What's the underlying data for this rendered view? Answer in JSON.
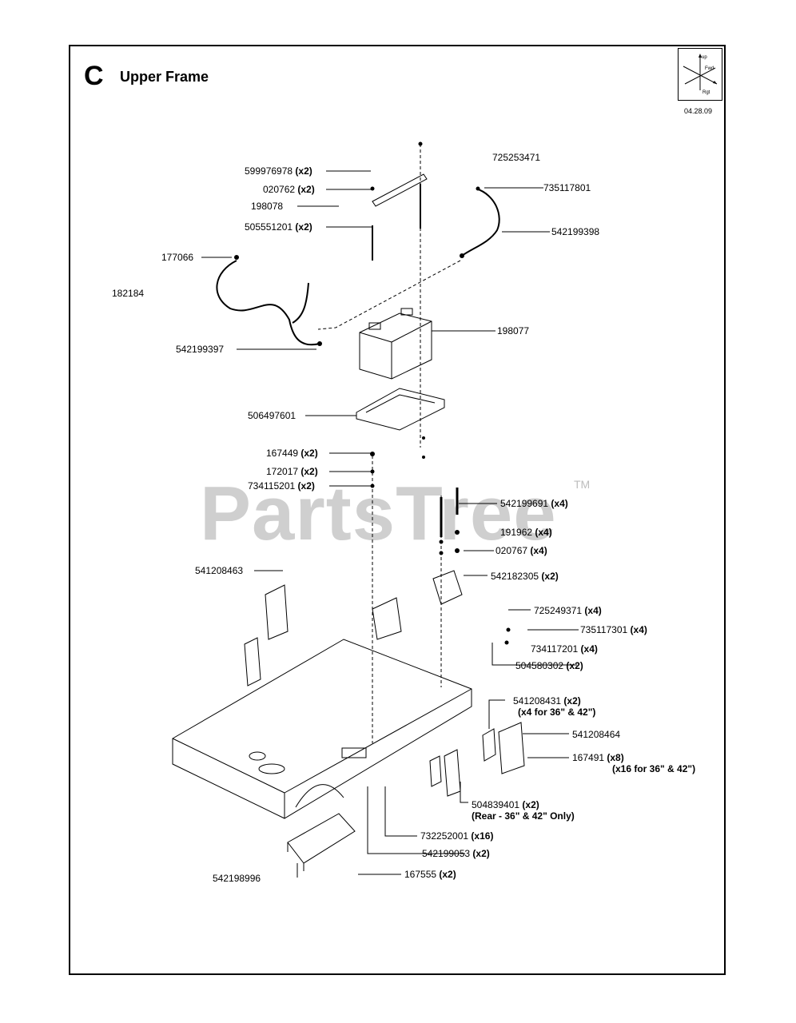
{
  "header": {
    "section_letter": "C",
    "section_title": "Upper Frame",
    "date_code": "04.28.09"
  },
  "watermark": {
    "text": "PartsTree",
    "tm": "TM"
  },
  "orientation": {
    "labels": [
      "up",
      "Fwd",
      "Rgt"
    ]
  },
  "parts": [
    {
      "no": "599976978",
      "qty": "(x2)"
    },
    {
      "no": "020762",
      "qty": "(x2)"
    },
    {
      "no": "198078",
      "qty": ""
    },
    {
      "no": "505551201",
      "qty": "(x2)"
    },
    {
      "no": "725253471",
      "qty": ""
    },
    {
      "no": "735117801",
      "qty": ""
    },
    {
      "no": "542199398",
      "qty": ""
    },
    {
      "no": "177066",
      "qty": ""
    },
    {
      "no": "182184",
      "qty": ""
    },
    {
      "no": "198077",
      "qty": ""
    },
    {
      "no": "542199397",
      "qty": ""
    },
    {
      "no": "506497601",
      "qty": ""
    },
    {
      "no": "167449",
      "qty": "(x2)"
    },
    {
      "no": "172017",
      "qty": "(x2)"
    },
    {
      "no": "734115201",
      "qty": "(x2)"
    },
    {
      "no": "542199691",
      "qty": "(x4)"
    },
    {
      "no": "191962",
      "qty": "(x4)"
    },
    {
      "no": "020767",
      "qty": "(x4)"
    },
    {
      "no": "542182305",
      "qty": "(x2)"
    },
    {
      "no": "541208463",
      "qty": ""
    },
    {
      "no": "725249371",
      "qty": "(x4)"
    },
    {
      "no": "735117301",
      "qty": "(x4)"
    },
    {
      "no": "734117201",
      "qty": "(x4)"
    },
    {
      "no": "504580302",
      "qty": "(x2)"
    },
    {
      "no": "541208431",
      "qty": "(x2)"
    },
    {
      "no": "541208464",
      "qty": ""
    },
    {
      "no": "167491",
      "qty": "(x8)"
    },
    {
      "no": "504839401",
      "qty": "(x2)"
    },
    {
      "no": "732252001",
      "qty": "(x16)"
    },
    {
      "no": "542199053",
      "qty": "(x2)"
    },
    {
      "no": "542198996",
      "qty": ""
    },
    {
      "no": "167555",
      "qty": "(x2)"
    }
  ],
  "notes": [
    "(x4 for 36\" & 42\")",
    "(x16 for 36\" & 42\")",
    "(Rear - 36\" & 42\" Only)"
  ]
}
